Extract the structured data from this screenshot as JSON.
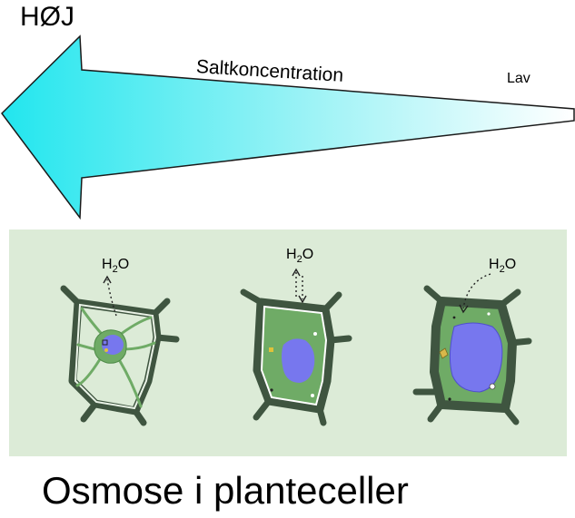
{
  "gradient": {
    "high_label": "HØJ",
    "axis_label": "Saltkoncentration",
    "low_label": "Lav",
    "arrow_color_high": "#22e6ee",
    "arrow_color_low": "#ffffff"
  },
  "cells": [
    {
      "water_label": "H",
      "water_sub": "2",
      "water_suffix": "O",
      "state": "plasmolysed"
    },
    {
      "water_label": "H",
      "water_sub": "2",
      "water_suffix": "O",
      "state": "flaccid"
    },
    {
      "water_label": "H",
      "water_sub": "2",
      "water_suffix": "O",
      "state": "turgid"
    }
  ],
  "colors": {
    "panel_bg": "#dcebd7",
    "cell_wall": "#3f5540",
    "cytoplasm": "#6fab66",
    "vacuole": "#7777ee"
  },
  "caption": "Osmose i planteceller"
}
